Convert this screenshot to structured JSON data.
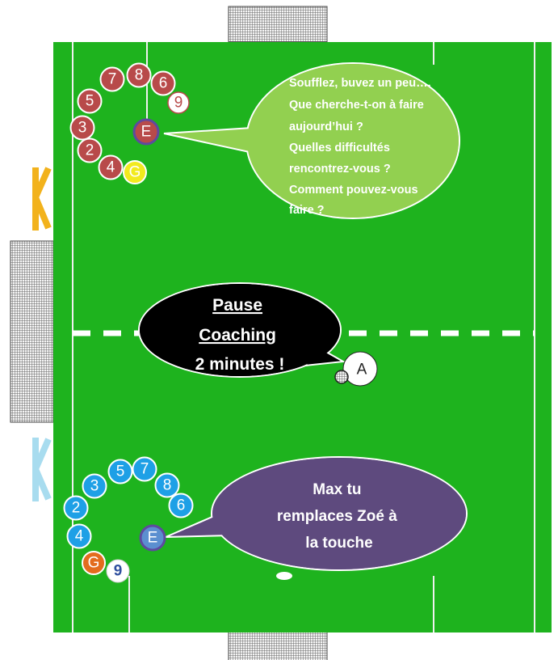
{
  "speech_bubbles": {
    "coach_red": [
      "Soufflez, buvez un peu….",
      "Que cherche-t-on à faire",
      "aujourd’hui  ?",
      "Quelles difficultés",
      "rencontrez-vous ?",
      "Comment pouvez-vous",
      "faire ?"
    ],
    "referee": [
      "Pause",
      "Coaching",
      "2 minutes !"
    ],
    "coach_blue": [
      "Max tu",
      "remplaces Zoé à",
      "la touche"
    ]
  },
  "red_team": {
    "color": "#b84a4a",
    "players": [
      "7",
      "8",
      "6",
      "5",
      "3",
      "2",
      "4"
    ],
    "substitute": "9",
    "goalkeeper": "G",
    "coach": "E"
  },
  "blue_team": {
    "color": "#1ea0e6",
    "players": [
      "5",
      "7",
      "3",
      "8",
      "2",
      "6",
      "4"
    ],
    "substitute": "9",
    "goalkeeper": "G",
    "coach": "E"
  },
  "referee": {
    "label": "A"
  },
  "colors": {
    "pitch": "#1eb31e",
    "red_bubble": "#92d050",
    "referee_bubble": "#000000",
    "blue_bubble": "#5e4a7e",
    "red_goalkeeper": "#f2ea1e",
    "blue_goalkeeper": "#e36c1e",
    "red_bench": "#f2b21c",
    "blue_bench": "#a8dcef"
  }
}
